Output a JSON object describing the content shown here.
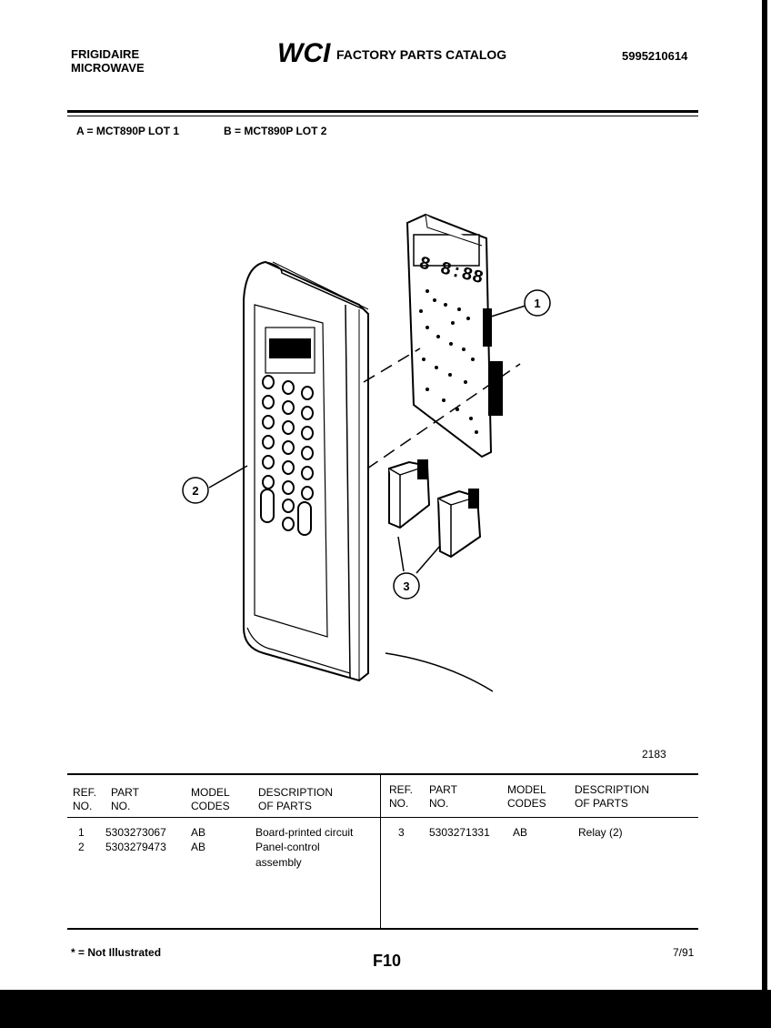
{
  "header": {
    "brand": "FRIGIDAIRE",
    "product": "MICROWAVE",
    "logo_text": "WCI",
    "catalog_title": "FACTORY PARTS CATALOG",
    "catalog_number": "5995210614"
  },
  "models": {
    "a": "A = MCT890P LOT 1",
    "b": "B = MCT890P LOT 2"
  },
  "diagram": {
    "callouts": [
      "1",
      "2",
      "3"
    ],
    "drawing_number": "2183"
  },
  "table": {
    "left_headers": {
      "ref_no": [
        "REF.",
        "NO."
      ],
      "part_no": [
        "PART",
        "NO."
      ],
      "model_codes": [
        "MODEL",
        "CODES"
      ],
      "description": [
        "DESCRIPTION",
        "OF PARTS"
      ]
    },
    "right_headers": {
      "ref_no": [
        "REF.",
        "NO."
      ],
      "part_no": [
        "PART",
        "NO."
      ],
      "model_codes": [
        "MODEL",
        "CODES"
      ],
      "description": [
        "DESCRIPTION",
        "OF PARTS"
      ]
    },
    "left_rows": [
      {
        "ref": "1",
        "part": "5303273067",
        "codes": "AB",
        "desc": [
          "Board-printed circuit"
        ]
      },
      {
        "ref": "2",
        "part": "5303279473",
        "codes": "AB",
        "desc": [
          "Panel-control",
          "assembly"
        ]
      }
    ],
    "right_rows": [
      {
        "ref": "3",
        "part": "5303271331",
        "codes": "AB",
        "desc": [
          "Relay (2)"
        ]
      }
    ]
  },
  "footer": {
    "note": "* = Not Illustrated",
    "page": "F10",
    "date": "7/91"
  }
}
